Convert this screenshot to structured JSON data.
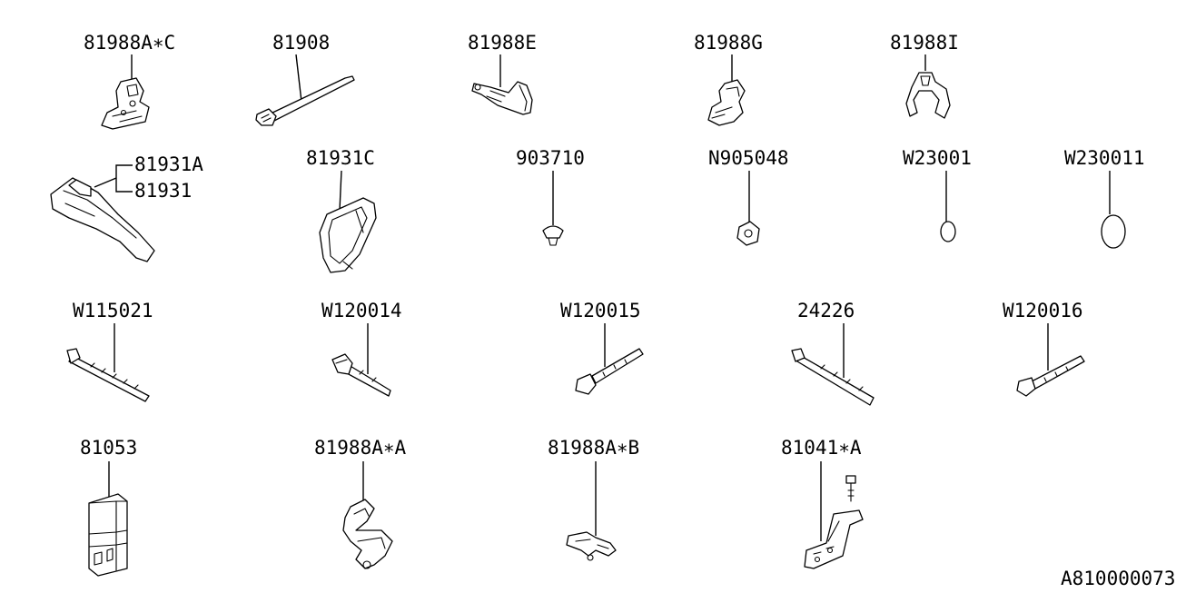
{
  "diagram_id": "A810000073",
  "parts": [
    {
      "key": "p81988a_c",
      "label": "81988A∗C"
    },
    {
      "key": "p81908",
      "label": "81908"
    },
    {
      "key": "p81988e",
      "label": "81988E"
    },
    {
      "key": "p81988g",
      "label": "81988G"
    },
    {
      "key": "p81988i",
      "label": "81988I"
    },
    {
      "key": "p81931a",
      "label": "81931A"
    },
    {
      "key": "p81931",
      "label": "81931"
    },
    {
      "key": "p81931c",
      "label": "81931C"
    },
    {
      "key": "p903710",
      "label": "903710"
    },
    {
      "key": "pn905048",
      "label": "N905048"
    },
    {
      "key": "pw23001",
      "label": "W23001"
    },
    {
      "key": "pw230011",
      "label": "W230011"
    },
    {
      "key": "pw115021",
      "label": "W115021"
    },
    {
      "key": "pw120014",
      "label": "W120014"
    },
    {
      "key": "pw120015",
      "label": "W120015"
    },
    {
      "key": "p24226",
      "label": "24226"
    },
    {
      "key": "pw120016",
      "label": "W120016"
    },
    {
      "key": "p81053",
      "label": "81053"
    },
    {
      "key": "p81988a_a",
      "label": "81988A∗A"
    },
    {
      "key": "p81988a_b",
      "label": "81988A∗B"
    },
    {
      "key": "p81041_a",
      "label": "81041∗A"
    }
  ]
}
